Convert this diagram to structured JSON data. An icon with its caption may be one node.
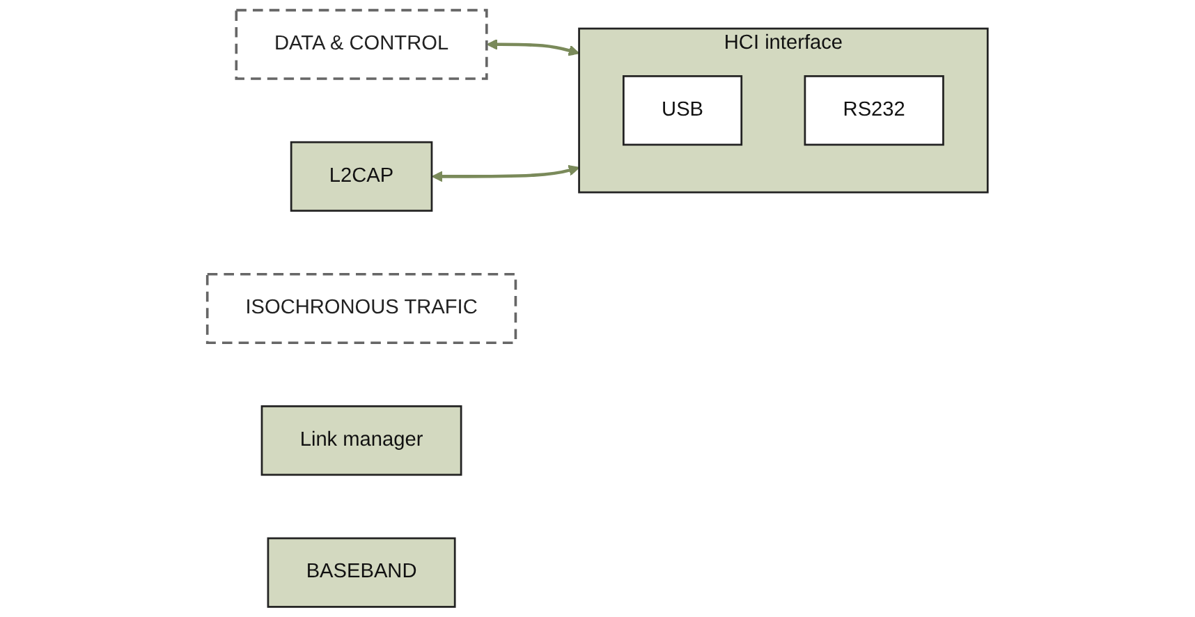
{
  "diagram": {
    "nodes": [
      {
        "text": [
          "HCI interface"
        ]
      },
      {
        "text": [
          "USB"
        ],
        "in": 0
      },
      {
        "text": [
          "RS232"
        ],
        "in": 0
      },
      {
        "text": [
          "DATA & CONTROL"
        ]
      },
      {
        "text": [
          "L2CAP"
        ]
      },
      {
        "text": [
          "ISOCHRONOUS TRAFIC"
        ]
      },
      {
        "text": [
          "Link manager"
        ]
      },
      {
        "text": [
          "BASEBAND"
        ]
      }
    ],
    "edges": [
      {
        "from": 3,
        "to": 0,
        "arrow": "both"
      },
      {
        "from": 4,
        "to": 0,
        "arrow": "both"
      }
    ]
  }
}
